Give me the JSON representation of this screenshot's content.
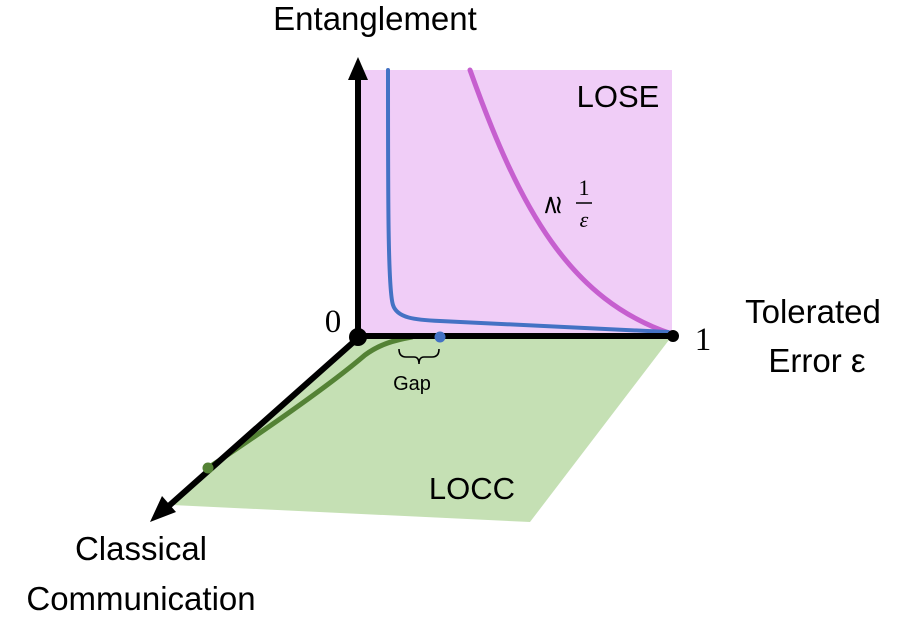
{
  "labels": {
    "entanglement": "Entanglement",
    "tolerated_1": "Tolerated",
    "tolerated_2": "Error ε",
    "classical_1": "Classical",
    "classical_2": "Communication",
    "lose": "LOSE",
    "locc": "LOCC",
    "gap": "Gap",
    "origin": "0",
    "one": "1",
    "approx": "≳",
    "frac_num": "1",
    "frac_den": "ε"
  },
  "colors": {
    "lose_region": "#f0cdf7",
    "locc_region": "#c5e0b4",
    "blue_curve": "#4472c4",
    "magenta_curve": "#c65fcf",
    "green_curve": "#548235",
    "axis": "#000000"
  }
}
